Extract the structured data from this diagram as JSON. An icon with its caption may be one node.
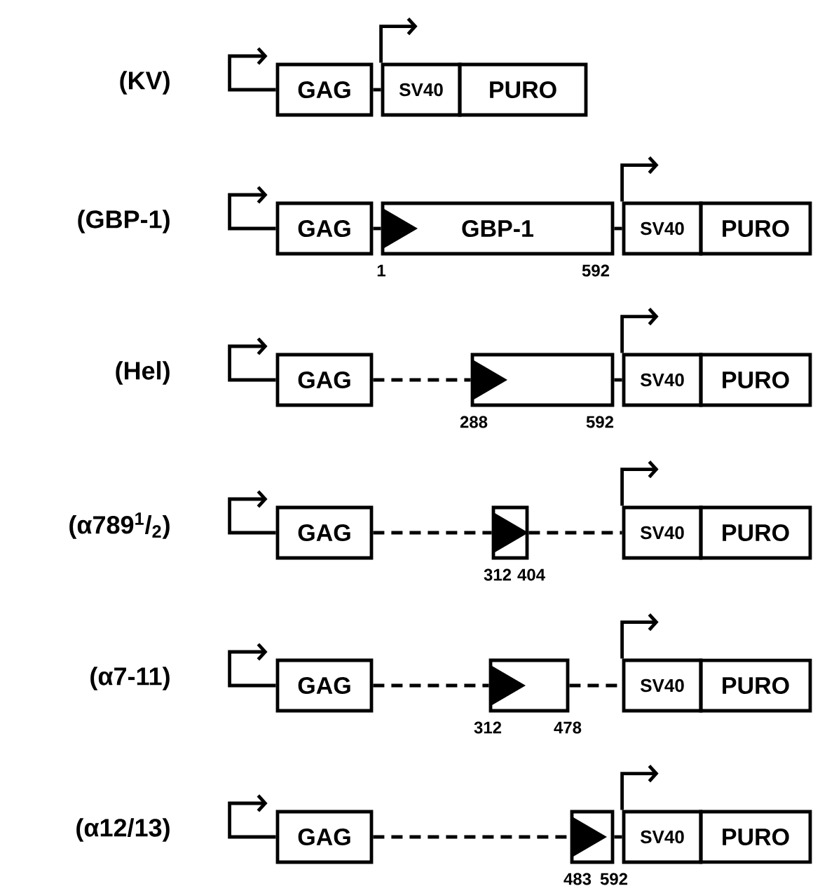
{
  "diagram": {
    "nodes": [
      {
        "text": [
          "GAG"
        ]
      },
      {
        "text": [
          "SV40"
        ]
      },
      {
        "text": [
          "PURO"
        ]
      },
      {
        "text": [
          "GAG"
        ]
      },
      {
        "text": [
          "GBP-1"
        ],
        "beside": [
          "1",
          "592"
        ]
      },
      {
        "text": [
          "SV40"
        ]
      },
      {
        "text": [
          "PURO"
        ]
      },
      {
        "text": [
          "GAG"
        ]
      },
      {
        "text": [],
        "shape": "box",
        "beside": [
          "288",
          "592"
        ]
      },
      {
        "text": [
          "SV40"
        ]
      },
      {
        "text": [
          "PURO"
        ]
      },
      {
        "text": [
          "GAG"
        ]
      },
      {
        "text": [],
        "shape": "box",
        "beside": [
          "312",
          "404"
        ]
      },
      {
        "text": [
          "SV40"
        ]
      },
      {
        "text": [
          "PURO"
        ]
      },
      {
        "text": [
          "GAG"
        ]
      },
      {
        "text": [],
        "shape": "box",
        "beside": [
          "312",
          "478"
        ]
      },
      {
        "text": [
          "SV40"
        ]
      },
      {
        "text": [
          "PURO"
        ]
      },
      {
        "text": [
          "GAG"
        ]
      },
      {
        "text": [],
        "shape": "box",
        "beside": [
          "483",
          "592"
        ]
      },
      {
        "text": [
          "SV40"
        ]
      },
      {
        "text": [
          "PURO"
        ]
      }
    ],
    "edges": [
      {
        "from": 0,
        "to": 1,
        "arrow": "none"
      },
      {
        "from": 3,
        "to": 4,
        "arrow": "none"
      },
      {
        "from": 4,
        "to": 5,
        "arrow": "none"
      },
      {
        "from": 7,
        "to": 8,
        "arrow": "none",
        "style": "dashed"
      },
      {
        "from": 8,
        "to": 9,
        "arrow": "none"
      },
      {
        "from": 11,
        "to": 12,
        "arrow": "none",
        "style": "dashed"
      },
      {
        "from": 12,
        "to": 13,
        "arrow": "none",
        "style": "dashed"
      },
      {
        "from": 15,
        "to": 16,
        "arrow": "none",
        "style": "dashed"
      },
      {
        "from": 16,
        "to": 17,
        "arrow": "none",
        "style": "dashed"
      },
      {
        "from": 19,
        "to": 20,
        "arrow": "none",
        "style": "dashed"
      },
      {
        "from": 20,
        "to": 21,
        "arrow": "none"
      },
      {
        "from": 0,
        "to": null,
        "arrow": "to"
      },
      {
        "from": 1,
        "to": null,
        "arrow": "to"
      },
      {
        "from": 3,
        "to": null,
        "arrow": "to"
      },
      {
        "from": 5,
        "to": null,
        "arrow": "to"
      },
      {
        "from": 7,
        "to": null,
        "arrow": "to"
      },
      {
        "from": 9,
        "to": null,
        "arrow": "to"
      },
      {
        "from": 11,
        "to": null,
        "arrow": "to"
      },
      {
        "from": 13,
        "to": null,
        "arrow": "to"
      },
      {
        "from": 15,
        "to": null,
        "arrow": "to"
      },
      {
        "from": 17,
        "to": null,
        "arrow": "to"
      },
      {
        "from": 19,
        "to": null,
        "arrow": "to"
      },
      {
        "from": 21,
        "to": null,
        "arrow": "to"
      }
    ],
    "labels": [
      "(KV)",
      "(GBP-1)",
      "(Hel)",
      "(α789$^{1}$/$_{2}$)",
      "(α7-11)",
      "(α12/13)"
    ]
  }
}
